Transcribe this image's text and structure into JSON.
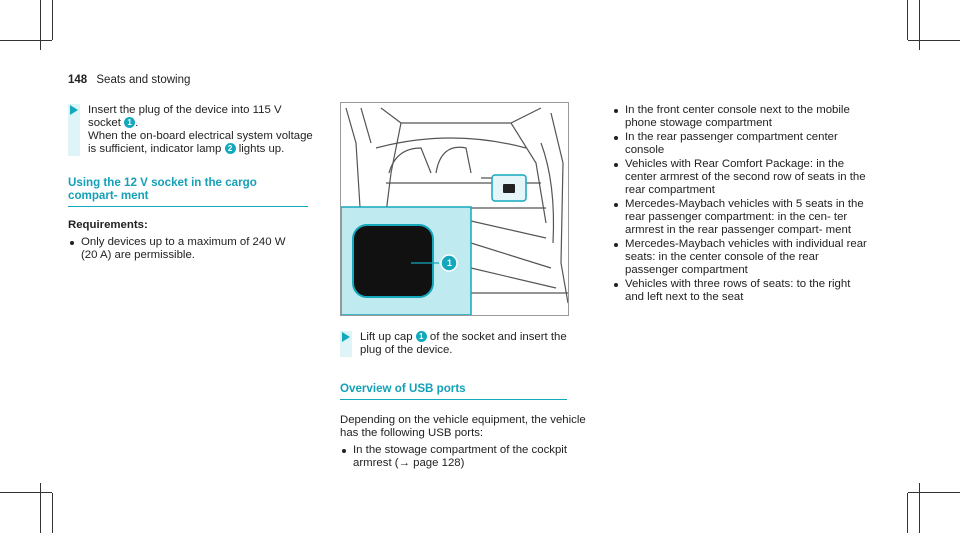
{
  "header": {
    "page_number": "148",
    "section": "Seats and stowing"
  },
  "left": {
    "step": {
      "line1": "Insert the plug of the device into 115 V",
      "line2a": "socket",
      "line2b": ".",
      "line3": "When the on-board electrical system voltage",
      "line4a": "is sufficient, indicator lamp",
      "line4b": "lights up.",
      "badge1": "1",
      "badge2": "2"
    },
    "heading": "Using the 12 V socket in the cargo compart- ment",
    "requirements_label": "Requirements:",
    "req_items": [
      "Only devices up to a maximum of 240 W (20 A) are permissible."
    ]
  },
  "figure": {
    "callout": "1"
  },
  "middle": {
    "step": {
      "line1a": "Lift up cap",
      "line1b": "of the socket and insert the",
      "line2": "plug of the device.",
      "badge": "1"
    },
    "heading": "Overview of USB ports",
    "intro": "Depending on the vehicle equipment, the vehicle has the following USB ports:",
    "items": [
      "In the stowage compartment of the cockpit armrest (→ page 128)"
    ]
  },
  "right": {
    "items": [
      "In the front center console next to the mobile phone stowage compartment",
      "In the rear passenger compartment center console",
      "Vehicles with Rear Comfort Package: in the center armrest of the second row of seats in the rear compartment",
      "Mercedes-Maybach vehicles with 5 seats in the rear passenger compartment: in the cen- ter armrest in the rear passenger compart- ment",
      "Mercedes-Maybach vehicles with individual rear seats: in the center console of the rear passenger compartment",
      "Vehicles with three rows of seats: to the right and left next to the seat"
    ]
  },
  "colors": {
    "accent": "#14a8bd",
    "heading": "#14a0b6",
    "step_bar": "#dff4f6",
    "inset_bg": "#bfeaf0"
  }
}
